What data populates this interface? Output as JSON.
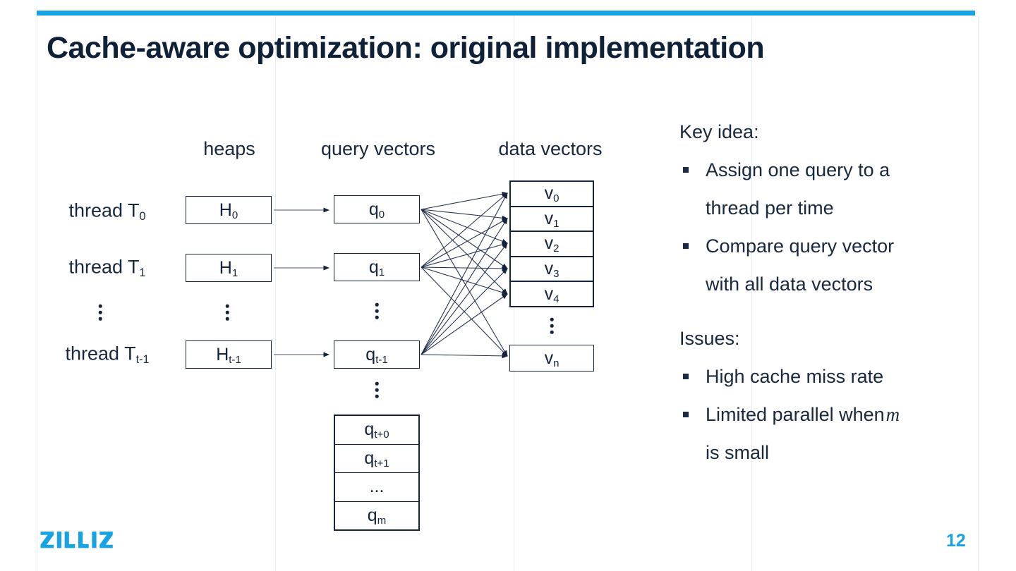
{
  "slide": {
    "title": "Cache-aware optimization: original implementation",
    "page_number": "12"
  },
  "colors": {
    "accent": "#17A3E3",
    "navy": "#15263F",
    "guide_line": "#E7EEF4"
  },
  "logo": {
    "text": "ZILLIZ"
  },
  "icons": {
    "bullet": "small-navy-square",
    "vertical_ellipsis": "three-vertical-dots",
    "connector": "thin-arrow-with-filled-head"
  },
  "diagram": {
    "column_headers": [
      "heaps",
      "query vectors",
      "data vectors"
    ],
    "thread_labels": [
      {
        "main": "thread T",
        "sub": "0"
      },
      {
        "main": "thread T",
        "sub": "1"
      },
      {
        "main": "thread T",
        "sub": "t-1"
      }
    ],
    "heaps": [
      {
        "main": "H",
        "sub": "0"
      },
      {
        "main": "H",
        "sub": "1"
      },
      {
        "main": "H",
        "sub": "t-1"
      }
    ],
    "queries": [
      {
        "main": "q",
        "sub": "0"
      },
      {
        "main": "q",
        "sub": "1"
      },
      {
        "main": "q",
        "sub": "t-1"
      }
    ],
    "query_stack": [
      {
        "main": "q",
        "sub": "t+0"
      },
      {
        "main": "q",
        "sub": "t+1"
      },
      {
        "main": "...",
        "sub": ""
      },
      {
        "main": "q",
        "sub": "m"
      }
    ],
    "data_vectors": [
      {
        "main": "v",
        "sub": "0"
      },
      {
        "main": "v",
        "sub": "1"
      },
      {
        "main": "v",
        "sub": "2"
      },
      {
        "main": "v",
        "sub": "3"
      },
      {
        "main": "v",
        "sub": "4"
      }
    ],
    "data_vector_tail": {
      "main": "v",
      "sub": "n"
    }
  },
  "right_panel": {
    "sections": [
      {
        "heading": "Key idea:",
        "bullets": [
          {
            "lines": [
              {
                "text": "Assign one query to a"
              },
              {
                "text": "thread per time"
              }
            ]
          },
          {
            "lines": [
              {
                "text": "Compare query vector"
              },
              {
                "text": "with all data vectors"
              }
            ]
          }
        ]
      },
      {
        "heading": "Issues:",
        "bullets": [
          {
            "lines": [
              {
                "text": "High cache miss rate"
              }
            ]
          },
          {
            "lines": [
              {
                "text": "Limited parallel when ",
                "em": "m"
              },
              {
                "text": "is small"
              }
            ]
          }
        ]
      }
    ]
  }
}
